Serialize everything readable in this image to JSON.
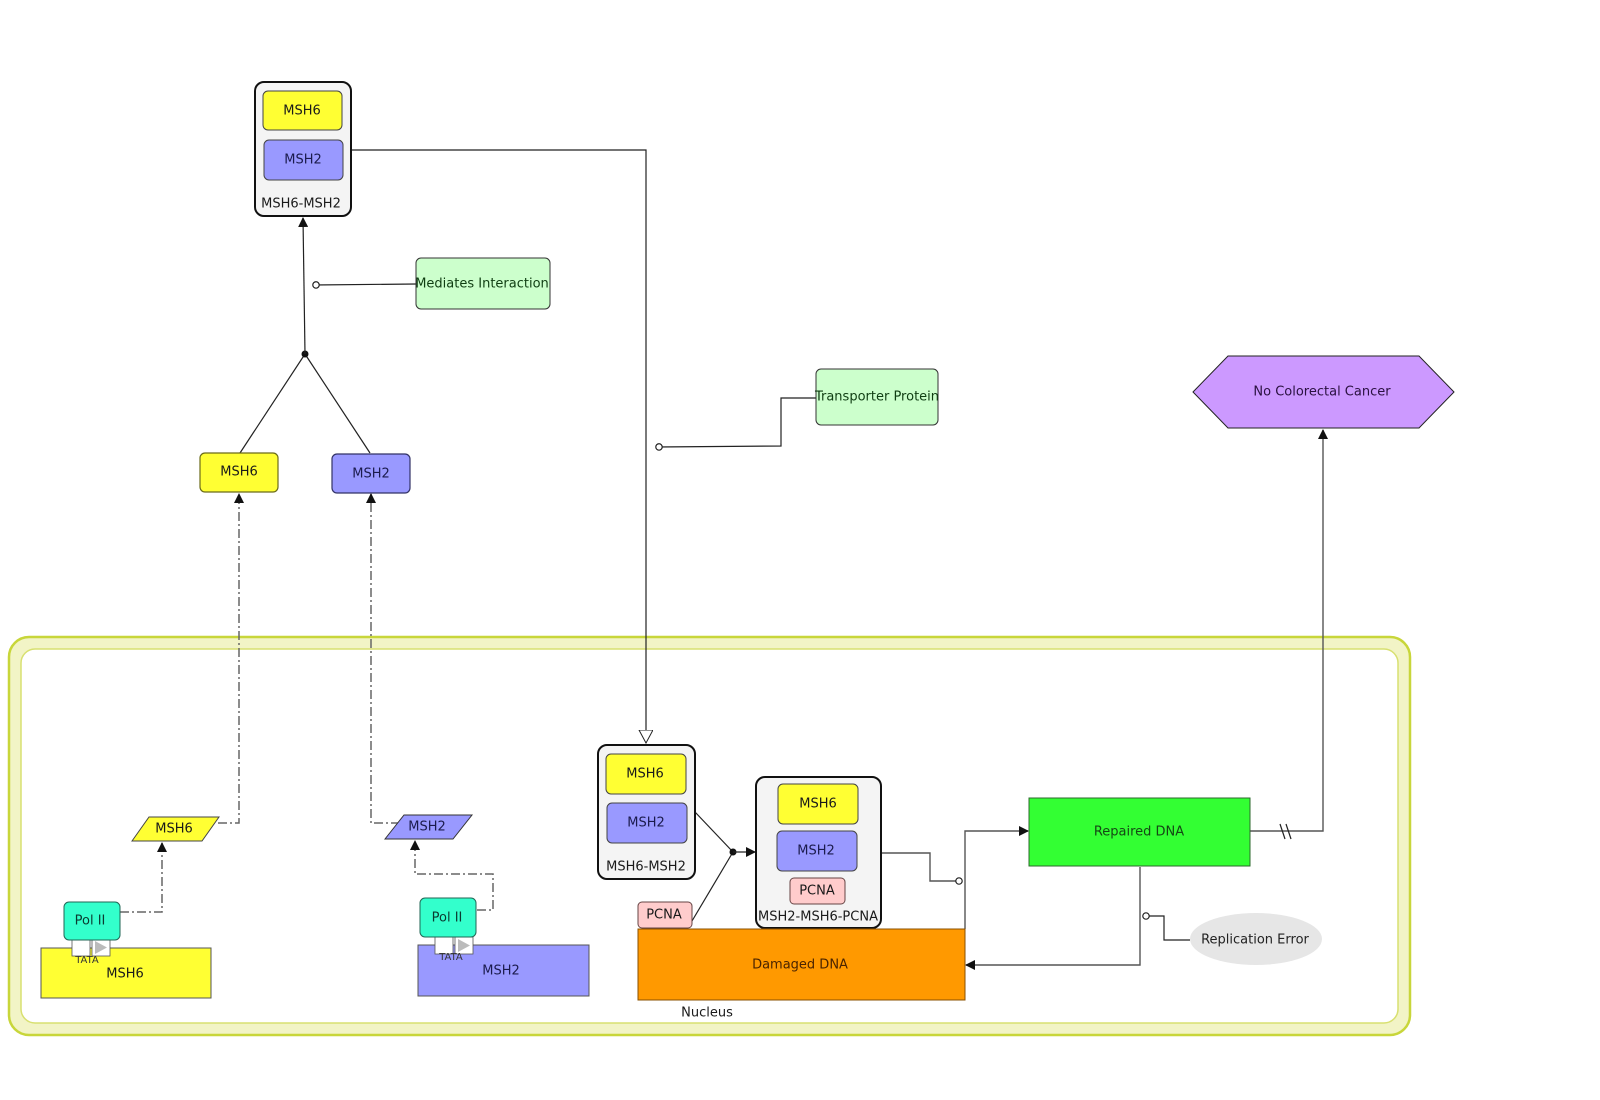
{
  "diagram": {
    "compartment": {
      "label": "Nucleus",
      "color": "#c8d63a",
      "fill": "#f2f4c6"
    },
    "colors": {
      "msh6": "#ffff33",
      "msh2": "#9999ff",
      "pcna": "#ffcccc",
      "polii": "#33ffcc",
      "phenotype_green": "#ccffcc",
      "damaged_dna": "#ff9900",
      "repaired_dna": "#33ff33",
      "outcome": "#cc99ff",
      "replication_error": "#e6e6e6",
      "complex_fill": "#f4f4f4"
    },
    "nodes": {
      "complex_top": {
        "label": "MSH6-MSH2",
        "members": [
          "MSH6",
          "MSH2"
        ]
      },
      "mediates_interaction": {
        "label": "Mediates Interaction"
      },
      "transporter_protein": {
        "label": "Transporter Protein"
      },
      "no_colorectal_cancer": {
        "label": "No Colorectal Cancer"
      },
      "msh6_protein": {
        "label": "MSH6"
      },
      "msh2_protein": {
        "label": "MSH2"
      },
      "msh6_mrna": {
        "label": "MSH6"
      },
      "msh2_mrna": {
        "label": "MSH2"
      },
      "polii_left": {
        "label": "Pol II"
      },
      "polii_right": {
        "label": "Pol II"
      },
      "tata_left": {
        "label": "TATA"
      },
      "tata_right": {
        "label": "TATA"
      },
      "msh6_gene": {
        "label": "MSH6"
      },
      "msh2_gene": {
        "label": "MSH2"
      },
      "complex_nuclear": {
        "label": "MSH6-MSH2",
        "members": [
          "MSH6",
          "MSH2"
        ]
      },
      "pcna_free": {
        "label": "PCNA"
      },
      "complex_pcna": {
        "label": "MSH2-MSH6-PCNA",
        "members": [
          "MSH6",
          "MSH2",
          "PCNA"
        ]
      },
      "damaged_dna": {
        "label": "Damaged DNA"
      },
      "repaired_dna": {
        "label": "Repaired DNA"
      },
      "replication_error": {
        "label": "Replication Error"
      }
    },
    "edges": [
      {
        "from": "msh6_protein + msh2_protein",
        "to": "complex_top",
        "type": "binding"
      },
      {
        "from": "mediates_interaction",
        "to": "complex_top",
        "type": "catalysis"
      },
      {
        "from": "complex_top",
        "to": "complex_nuclear",
        "type": "translocation"
      },
      {
        "from": "transporter_protein",
        "to": "complex_nuclear",
        "type": "catalysis"
      },
      {
        "from": "msh6_mrna",
        "to": "msh6_protein",
        "type": "translation"
      },
      {
        "from": "msh2_mrna",
        "to": "msh2_protein",
        "type": "translation"
      },
      {
        "from": "polii_left",
        "to": "msh6_mrna",
        "type": "transcription"
      },
      {
        "from": "polii_right",
        "to": "msh2_mrna",
        "type": "transcription"
      },
      {
        "from": "complex_nuclear + pcna_free",
        "to": "complex_pcna",
        "type": "binding"
      },
      {
        "from": "damaged_dna",
        "to": "repaired_dna",
        "type": "conversion"
      },
      {
        "from": "complex_pcna",
        "to": "repaired_dna",
        "type": "catalysis"
      },
      {
        "from": "repaired_dna",
        "to": "no_colorectal_cancer",
        "type": "leads-to"
      },
      {
        "from": "repaired_dna",
        "to": "damaged_dna",
        "type": "conversion"
      },
      {
        "from": "replication_error",
        "to": "damaged_dna",
        "type": "catalysis"
      }
    ]
  }
}
